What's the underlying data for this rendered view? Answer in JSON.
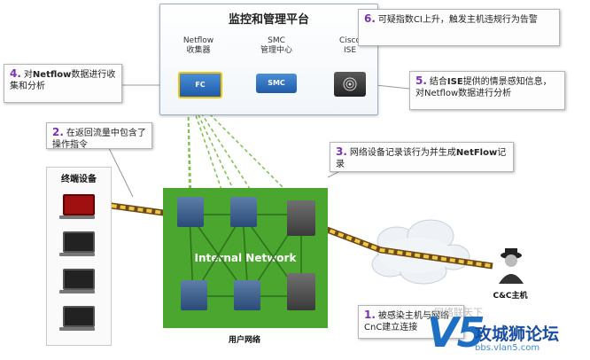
{
  "platform": {
    "title": "监控和管理平台",
    "components": [
      {
        "label": "Netflow\n收集器",
        "device_text": "FC"
      },
      {
        "label": "SMC\n管理中心",
        "device_text": "SMC"
      },
      {
        "label": "Cisco\nISE",
        "device_text": ""
      }
    ]
  },
  "callouts": [
    {
      "num": "6.",
      "text": "可疑指数CI上升，触发主机违规行为告警"
    },
    {
      "num": "4.",
      "text_pre": "对",
      "bold": "Netflow",
      "text_post": "数据进行收集和分析"
    },
    {
      "num": "5.",
      "text_pre": "结合",
      "bold": "ISE",
      "text_post": "提供的情景感知信息，对Netflow数据进行分析"
    },
    {
      "num": "2.",
      "text": "在返回流量中包含了操作指令"
    },
    {
      "num": "3.",
      "text_pre": "网络设备记录该行为并生成",
      "bold": "NetFlow",
      "text_post": "记录"
    },
    {
      "num": "1.",
      "text": "被感染主机与网络CnC建立连接"
    }
  ],
  "endpoints": {
    "title": "终端设备"
  },
  "network": {
    "label": "Internal Network",
    "caption": "用户网络"
  },
  "cc_host": {
    "label": "C&C主机"
  },
  "watermark": {
    "logo": "V5",
    "text": "攻城狮论坛",
    "url": "bbs.vlan5.com",
    "faint": "网络联天下"
  },
  "colors": {
    "network_green": "#4aa62e",
    "callout_number": "#7a2fb5",
    "device_blue": "#1f5aa8",
    "traffic_path": "#e0b030"
  }
}
